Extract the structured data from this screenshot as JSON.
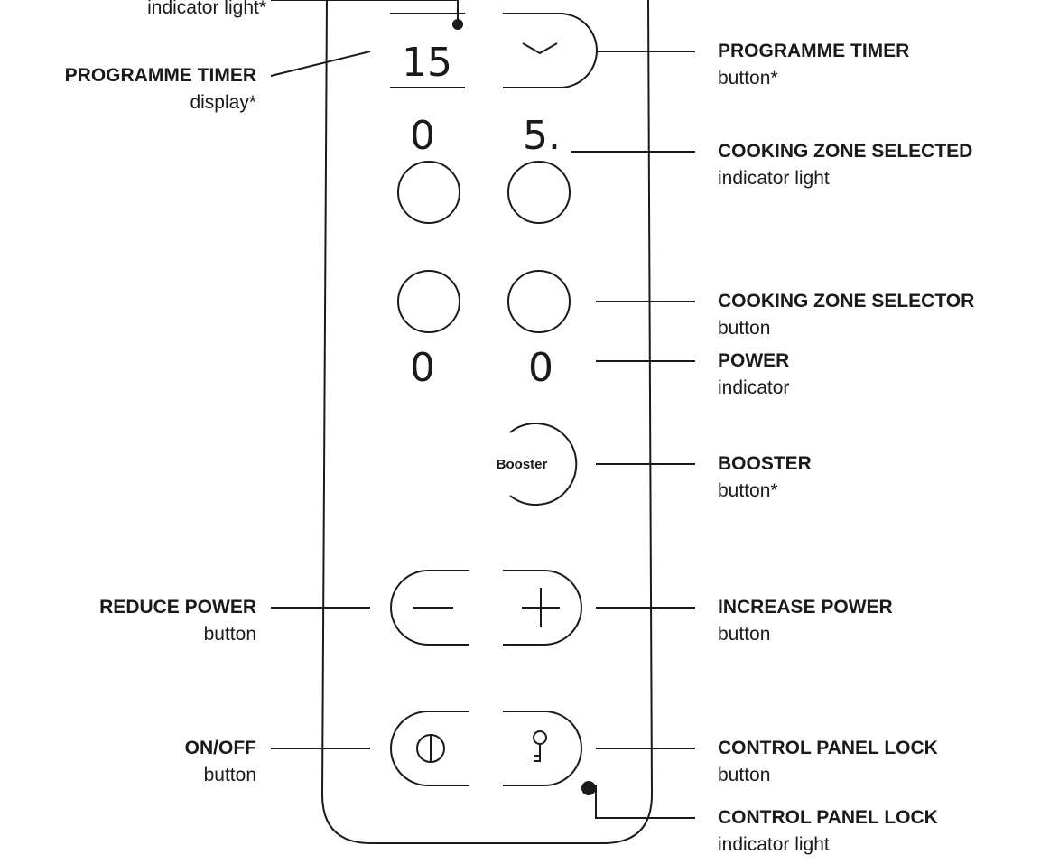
{
  "panel": {
    "timer_display": "15",
    "top_left_zone_value": "0",
    "top_right_zone_value": "5.",
    "bottom_left_power_value": "0",
    "bottom_right_power_value": "0",
    "booster_label": "Booster"
  },
  "labels": {
    "timer_indicator": {
      "title": "",
      "subtitle": "indicator light*"
    },
    "timer_display": {
      "title": "PROGRAMME TIMER",
      "subtitle": "display*"
    },
    "timer_button": {
      "title": "PROGRAMME TIMER",
      "subtitle": "button*"
    },
    "zone_selected": {
      "title": "COOKING ZONE SELECTED",
      "subtitle": "indicator light"
    },
    "zone_selector": {
      "title": "COOKING ZONE SELECTOR",
      "subtitle": "button"
    },
    "power_indicator": {
      "title": "POWER",
      "subtitle": "indicator"
    },
    "booster": {
      "title": "BOOSTER",
      "subtitle": "button*"
    },
    "reduce_power": {
      "title": "REDUCE POWER",
      "subtitle": "button"
    },
    "increase_power": {
      "title": "INCREASE POWER",
      "subtitle": "button"
    },
    "on_off": {
      "title": "ON/OFF",
      "subtitle": "button"
    },
    "lock_button": {
      "title": "CONTROL PANEL LOCK",
      "subtitle": "button"
    },
    "lock_indicator": {
      "title": "CONTROL PANEL LOCK",
      "subtitle": "indicator light"
    }
  },
  "colors": {
    "ink": "#1a1a1a",
    "background": "#ffffff"
  }
}
